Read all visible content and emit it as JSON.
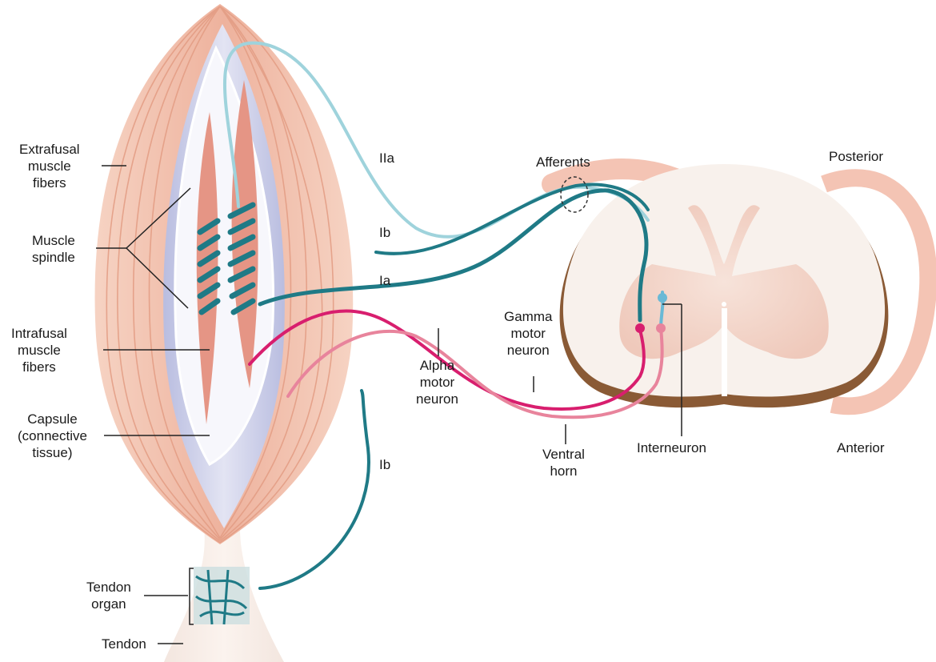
{
  "colors": {
    "muscle_base": "#f2c1ad",
    "muscle_fiber_line": "#e7a58c",
    "capsule": "#ced1e8",
    "capsule_inner": "#ffffff",
    "intrafusal": "#e9a08f",
    "nerve_ia_ib": "#1f7a86",
    "nerve_iia": "#9fd3dc",
    "alpha_motor": "#d81e6e",
    "gamma_motor": "#e8849c",
    "spinal_cord_white": "#f8f1ec",
    "gray_matter": "#f2d7cc",
    "dorsal_root": "#f4c4b4",
    "cord_rim": "#8a5a35",
    "leader_line": "#222222"
  },
  "labels": {
    "extrafusal": [
      "Extrafusal",
      "muscle",
      "fibers"
    ],
    "muscle_spindle": [
      "Muscle",
      "spindle"
    ],
    "intrafusal": [
      "Intrafusal",
      "muscle",
      "fibers"
    ],
    "capsule": [
      "Capsule",
      "(connective",
      "tissue)"
    ],
    "tendon_organ": [
      "Tendon",
      "organ"
    ],
    "tendon": "Tendon",
    "iia": "IIa",
    "ib_upper": "Ib",
    "ia": "Ia",
    "ib_lower": "Ib",
    "afferents": "Afferents",
    "posterior": "Posterior",
    "anterior": "Anterior",
    "gamma_motor": [
      "Gamma",
      "motor",
      "neuron"
    ],
    "alpha_motor": [
      "Alpha",
      "motor",
      "neuron"
    ],
    "ventral_horn": [
      "Ventral",
      "horn"
    ],
    "interneuron": "Interneuron"
  }
}
